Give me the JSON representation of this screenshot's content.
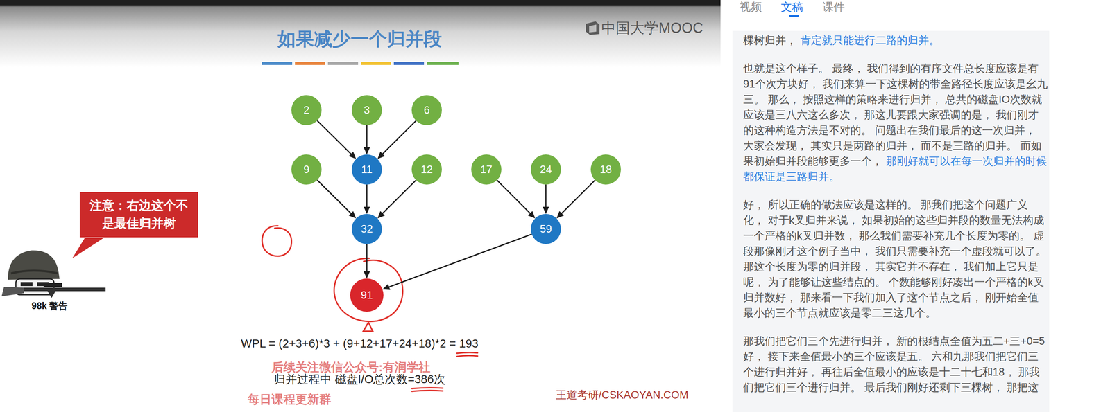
{
  "diagram": {
    "title": "如果减少一个归并段",
    "nodes": [
      {
        "text": [
          "2"
        ]
      },
      {
        "text": [
          "3"
        ]
      },
      {
        "text": [
          "6"
        ]
      },
      {
        "text": [
          "9"
        ]
      },
      {
        "text": [
          "11"
        ]
      },
      {
        "text": [
          "12"
        ]
      },
      {
        "text": [
          "17"
        ]
      },
      {
        "text": [
          "24"
        ]
      },
      {
        "text": [
          "18"
        ]
      },
      {
        "text": [
          "32"
        ]
      },
      {
        "text": [
          "59"
        ]
      },
      {
        "text": [
          "91"
        ]
      },
      {
        "text": [
          "注意：右边这个不是最佳归并树"
        ]
      }
    ],
    "edges": [
      {
        "from": 0,
        "to": 4,
        "arrow": "to"
      },
      {
        "from": 1,
        "to": 4,
        "arrow": "to"
      },
      {
        "from": 2,
        "to": 4,
        "arrow": "to"
      },
      {
        "from": 3,
        "to": 9,
        "arrow": "to"
      },
      {
        "from": 4,
        "to": 9,
        "arrow": "to"
      },
      {
        "from": 5,
        "to": 9,
        "arrow": "to"
      },
      {
        "from": 6,
        "to": 10,
        "arrow": "to"
      },
      {
        "from": 7,
        "to": 10,
        "arrow": "to"
      },
      {
        "from": 8,
        "to": 10,
        "arrow": "to"
      },
      {
        "from": 9,
        "to": 11,
        "arrow": "to"
      },
      {
        "from": 10,
        "to": 11,
        "arrow": "to"
      }
    ],
    "labels": [
      "中国大学MOOC",
      "WPL = (2+3+6)*3 + (9+12+17+24+18)*2 = 193",
      "归并过程中 磁盘I/O总次数=386次",
      "后续关注微信公众号:有润学社",
      "每日课程更新群",
      "98k 警告",
      "王道考研/CSKAOYAN.COM",
      "视频",
      "文稿",
      "课件",
      "棵树归并，",
      "肯定就只能进行二路的归并。",
      "也就是这个样子。 最终， 我们得到的有序文件总长度应该是有91个次方块好， 我们来算一下这棵树的带全路径长度应该是幺九三。 那么， 按照这样的策略来进行归并， 总共的磁盘IO次数就应该是三八六这么多次， 那这儿要跟大家强调的是， 我们刚才的这种构造方法是不对的。 问题出在我们最后的这一次归并， 大家会发现， 其实只是两路的归并， 而不是三路的归并。 而如果初始归并段能够更多一个，",
      "那刚好就可以在每一次归并的时候都保证是三路归并。",
      "好， 所以正确的做法应该是这样的。 那我们把这个问题广义化， 对于k叉归并来说， 如果初始的这些归并段的数量无法构成一个严格的k叉归并数， 那么我们需要补充几个长度为零的。 虚段那像刚才这个例子当中， 我们只需要补充一个虚段就可以了。 那这个长度为零的归并段， 其实它并不存在， 我们加上它只是呢， 为了能够让这些结点的。 个数能够刚好凑出一个严格的k叉归并数好， 那来看一下我们加入了这个节点之后， 刚开始全值最小的三个节点就应该是零二三这几个。",
      "那我们把它们三个先进行归并， 新的根结点全值为五二+三+0=5好， 接下来全值最小的三个应该是五。 六和九那我们把它们三个进行归并好， 再往后全值最小的应该是十二十七和18， 那我们把它们三个进行归并。 最后我们刚好还剩下三棵树， 那把这"
    ]
  }
}
